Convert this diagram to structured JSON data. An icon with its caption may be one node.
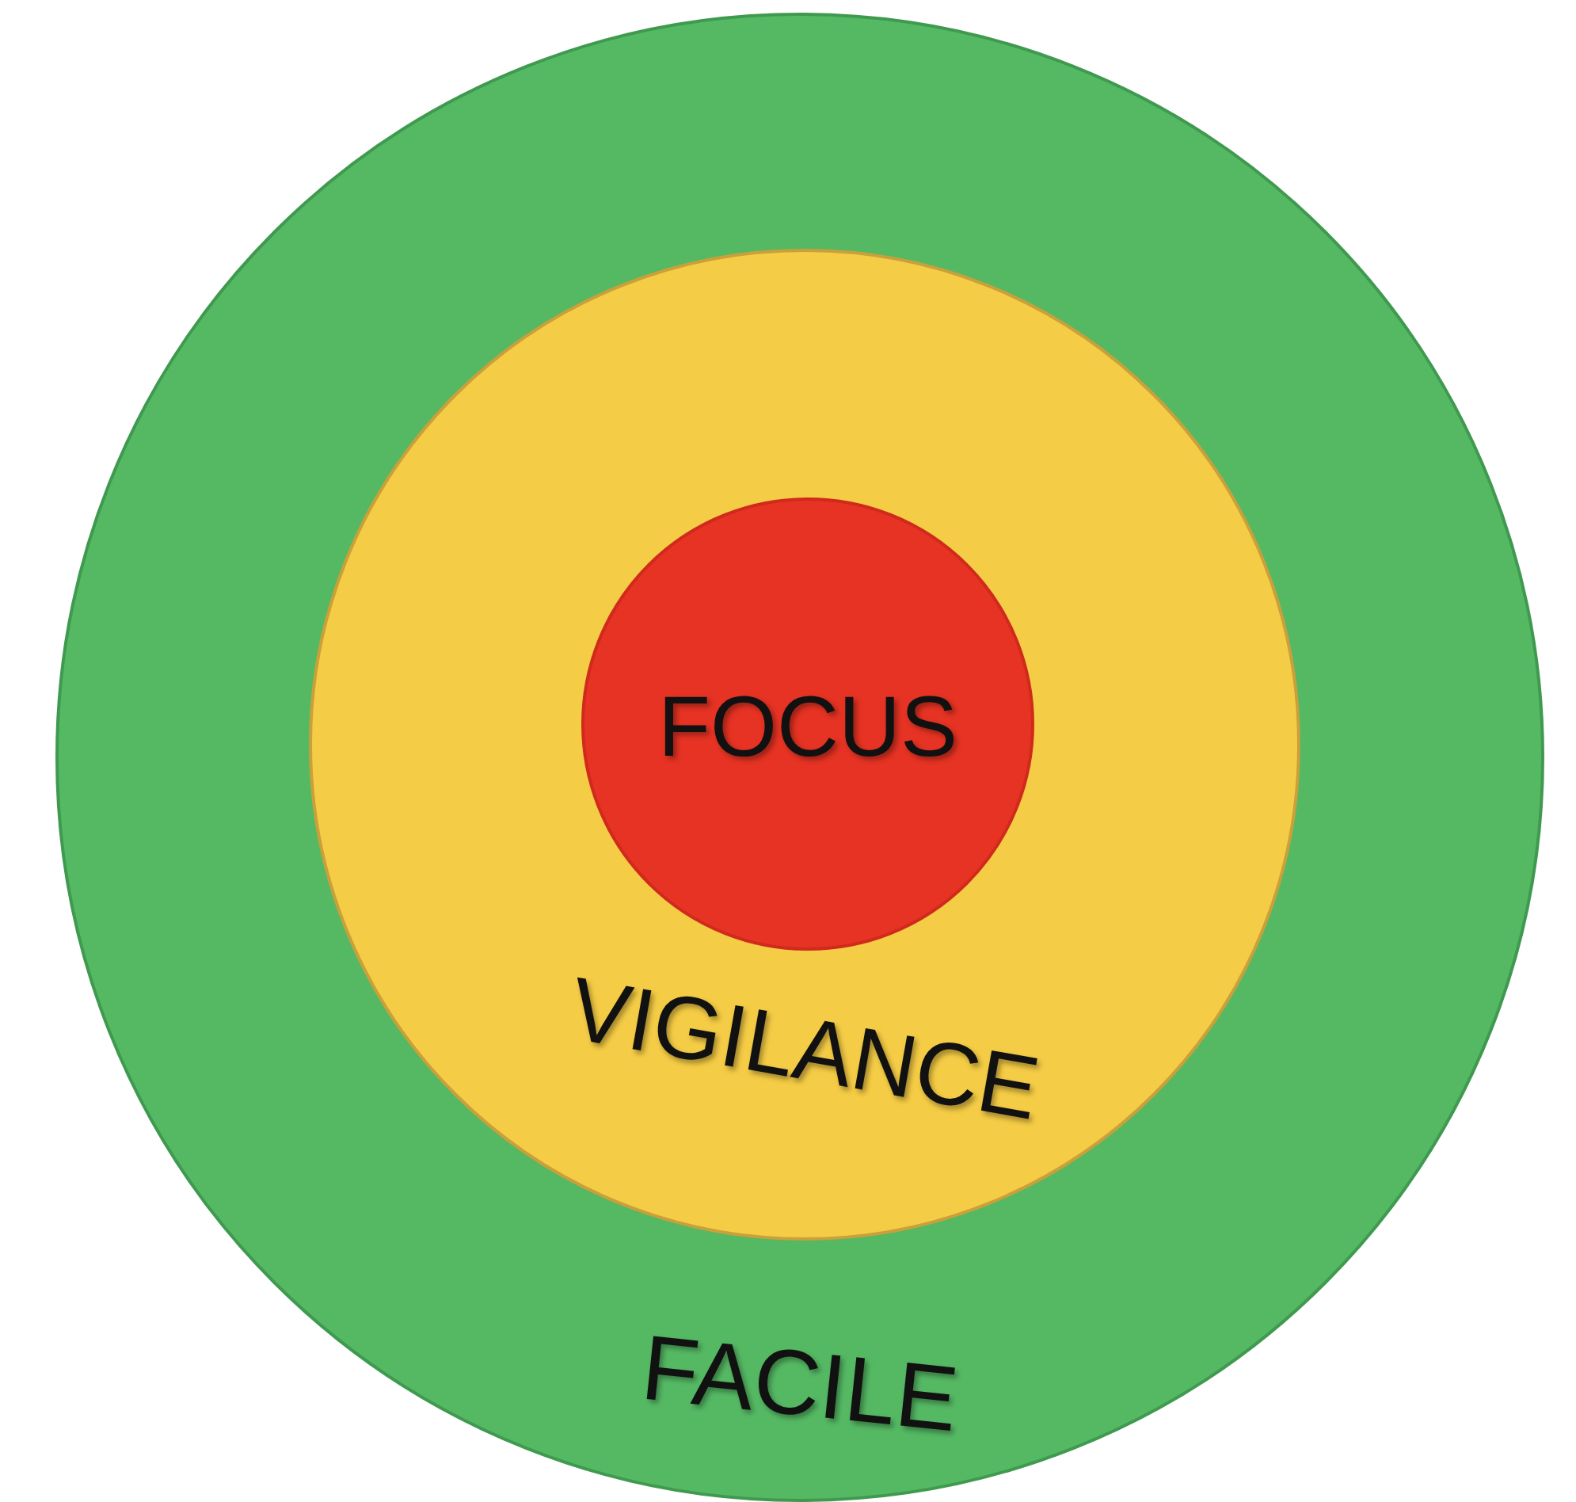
{
  "diagram": {
    "nodes": [
      {
        "text": [
          "FACILE"
        ]
      },
      {
        "text": [
          "VIGILANCE"
        ],
        "in": 0
      },
      {
        "text": [
          "FOCUS"
        ],
        "in": 1
      }
    ]
  }
}
